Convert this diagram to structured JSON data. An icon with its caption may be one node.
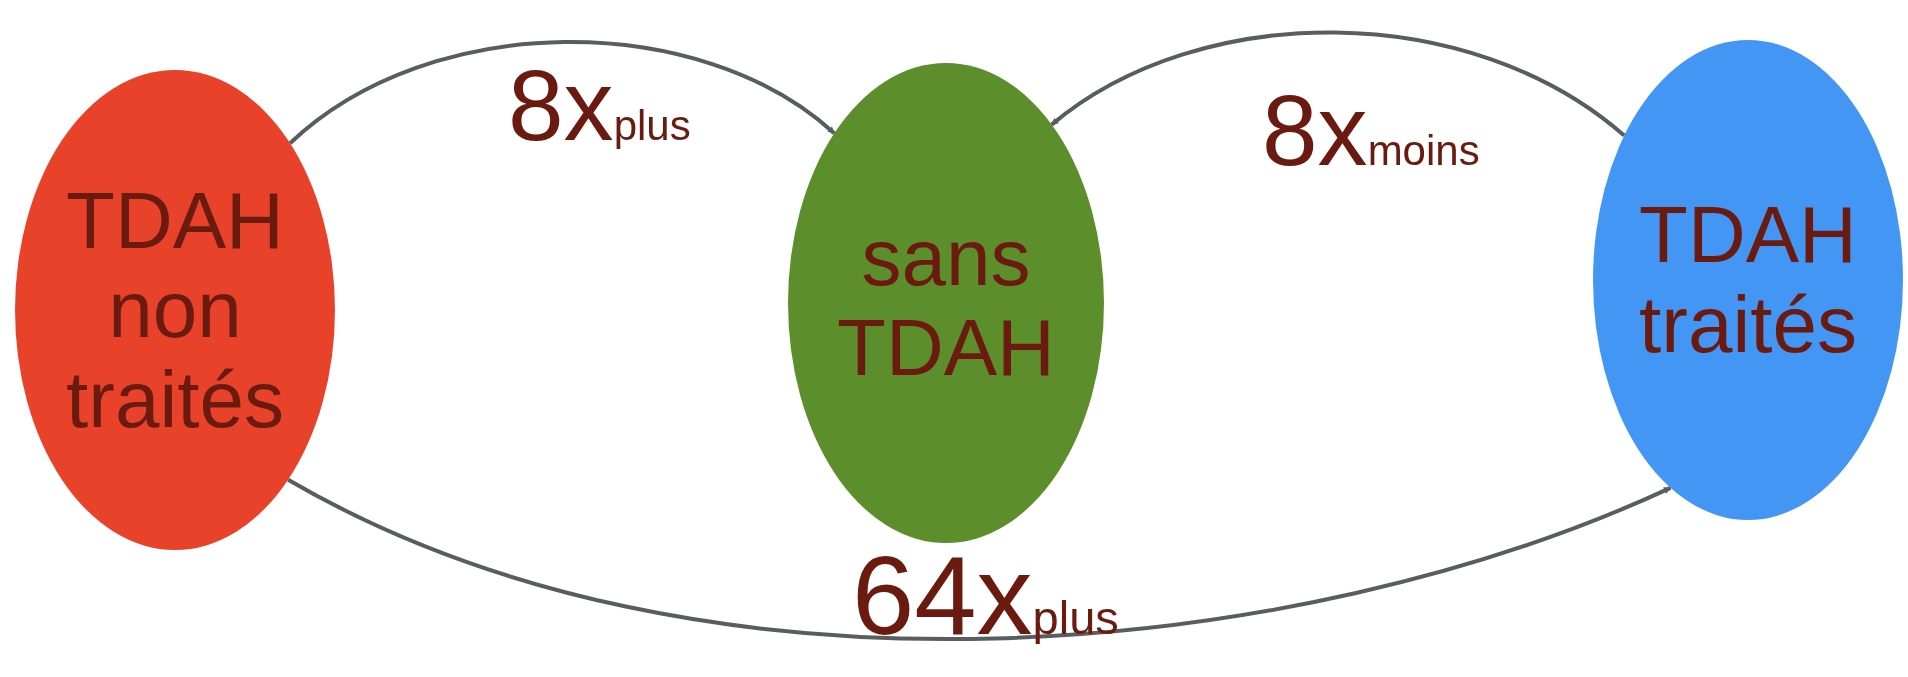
{
  "diagram": {
    "nodes": [
      {
        "text": [
          "TDAH non traités"
        ]
      },
      {
        "text": [
          "sans TDAH"
        ]
      },
      {
        "text": [
          "TDAH traités"
        ]
      }
    ],
    "edges": [
      {
        "from": 0,
        "to": 1,
        "arrow": "to",
        "label": "8x$_{plus}$"
      },
      {
        "from": 2,
        "to": 1,
        "arrow": "to",
        "label": "8x$_{moins}$"
      },
      {
        "from": 0,
        "to": 2,
        "arrow": "to",
        "label": "64x$_{plus}$"
      }
    ]
  }
}
